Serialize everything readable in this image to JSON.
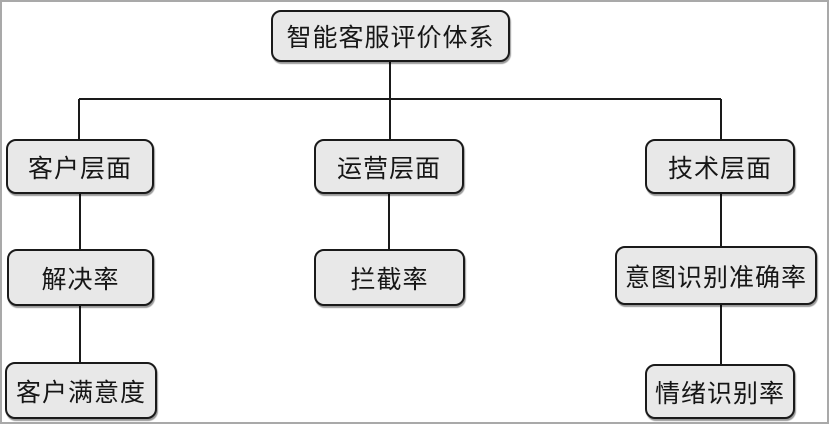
{
  "diagram": {
    "type": "tree",
    "title": "智能客服评价体系",
    "colors": {
      "background": "#ffffff",
      "frame": "#a9a9a9",
      "node_fill": "#e8e8e8",
      "node_border": "#1a1a1a",
      "connector": "#1a1a1a",
      "text": "#161616"
    },
    "nodes": {
      "root": {
        "label": "智能客服评价体系"
      },
      "customer": {
        "label": "客户层面"
      },
      "operations": {
        "label": "运营层面"
      },
      "technology": {
        "label": "技术层面"
      },
      "resolution": {
        "label": "解决率"
      },
      "interception": {
        "label": "拦截率"
      },
      "intent": {
        "label": "意图识别准确率"
      },
      "satisfaction": {
        "label": "客户满意度"
      },
      "emotion": {
        "label": "情绪识别率"
      }
    },
    "edges": [
      {
        "from": "root",
        "to": "customer"
      },
      {
        "from": "root",
        "to": "operations"
      },
      {
        "from": "root",
        "to": "technology"
      },
      {
        "from": "customer",
        "to": "resolution"
      },
      {
        "from": "resolution",
        "to": "satisfaction"
      },
      {
        "from": "operations",
        "to": "interception"
      },
      {
        "from": "technology",
        "to": "intent"
      },
      {
        "from": "intent",
        "to": "emotion"
      }
    ]
  }
}
